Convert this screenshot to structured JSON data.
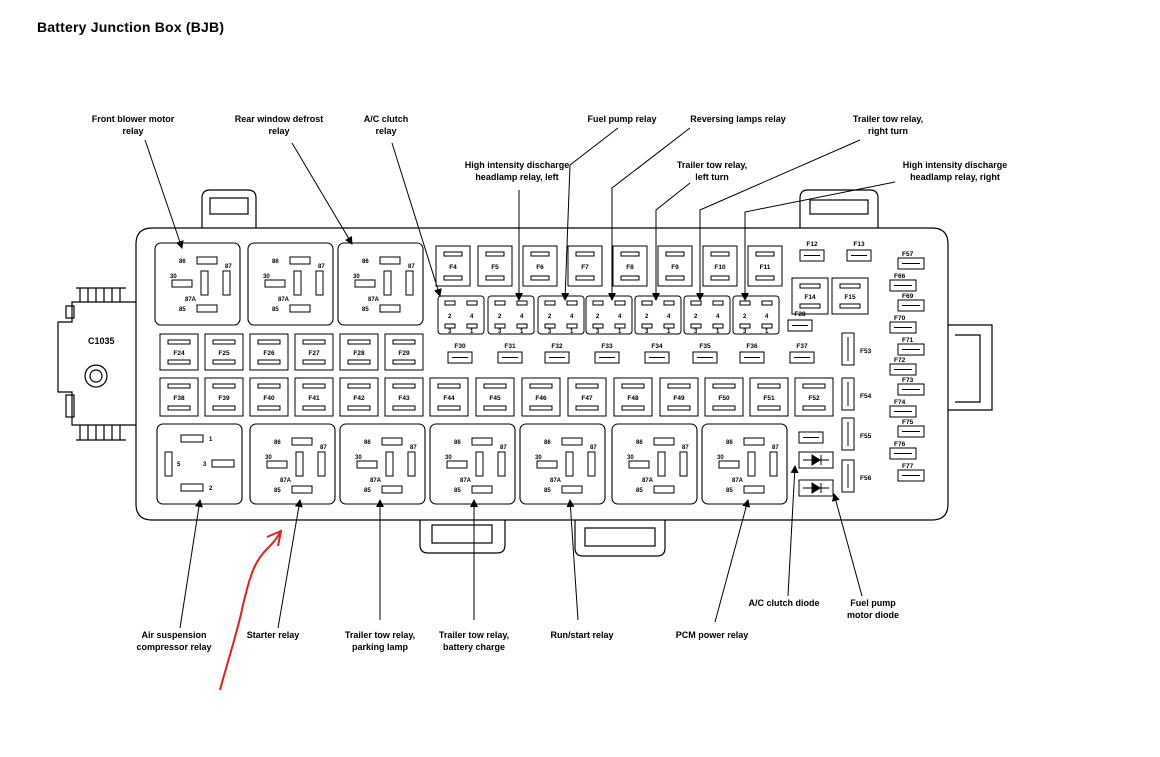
{
  "title": "Battery Junction Box (BJB)",
  "connector": {
    "label": "C1035"
  },
  "colors": {
    "line": "#000000",
    "annotation": "#e02020",
    "background": "#ffffff"
  },
  "top_callouts": [
    {
      "id": "front-blower",
      "lines": [
        "Front blower motor",
        "relay"
      ]
    },
    {
      "id": "rear-defrost",
      "lines": [
        "Rear window defrost",
        "relay"
      ]
    },
    {
      "id": "ac-clutch-relay",
      "lines": [
        "A/C clutch",
        "relay"
      ]
    },
    {
      "id": "fuel-pump-relay",
      "lines": [
        "Fuel pump relay"
      ]
    },
    {
      "id": "reversing-lamps",
      "lines": [
        "Reversing lamps relay"
      ]
    },
    {
      "id": "trailer-right",
      "lines": [
        "Trailer tow relay,",
        "right turn"
      ]
    },
    {
      "id": "hid-left",
      "lines": [
        "High intensity discharge",
        "headlamp relay, left"
      ]
    },
    {
      "id": "trailer-left",
      "lines": [
        "Trailer tow relay,",
        "left turn"
      ]
    },
    {
      "id": "hid-right",
      "lines": [
        "High intensity discharge",
        "headlamp relay, right"
      ]
    }
  ],
  "bottom_callouts": [
    {
      "id": "air-suspension",
      "lines": [
        "Air suspension",
        "compressor relay"
      ]
    },
    {
      "id": "starter",
      "lines": [
        "Starter relay"
      ]
    },
    {
      "id": "trailer-parking",
      "lines": [
        "Trailer tow relay,",
        "parking lamp"
      ]
    },
    {
      "id": "trailer-battery",
      "lines": [
        "Trailer tow relay,",
        "battery charge"
      ]
    },
    {
      "id": "run-start",
      "lines": [
        "Run/start relay"
      ]
    },
    {
      "id": "pcm-power",
      "lines": [
        "PCM power relay"
      ]
    },
    {
      "id": "ac-diode",
      "lines": [
        "A/C clutch diode"
      ]
    },
    {
      "id": "fuel-diode",
      "lines": [
        "Fuel pump",
        "motor diode"
      ]
    }
  ],
  "relay_pins": {
    "p1": "1",
    "p2": "2",
    "p3": "3",
    "p5": "5",
    "p85": "85",
    "p86": "86",
    "p87": "87",
    "p87a": "87A",
    "p30": "30"
  },
  "jcase_fuses_top": [
    "F4",
    "F5",
    "F6",
    "F7",
    "F8",
    "F9",
    "F10",
    "F11"
  ],
  "minifuse_top": [
    "F12",
    "F13"
  ],
  "fuse_f14": "F14",
  "fuse_f15": "F15",
  "fuse_f28": "F28",
  "jcase_row1": [
    "F24",
    "F25",
    "F26",
    "F27",
    "F28",
    "F29"
  ],
  "minifuse_row": [
    "F30",
    "F31",
    "F32",
    "F33",
    "F34",
    "F35",
    "F36",
    "F37"
  ],
  "jcase_row2": [
    "F38",
    "F39",
    "F40",
    "F41",
    "F42",
    "F43",
    "F44",
    "F45",
    "F46",
    "F47",
    "F48",
    "F49",
    "F50",
    "F51",
    "F52"
  ],
  "vertical_fuses": [
    "F53",
    "F54",
    "F55",
    "F56"
  ],
  "right_column": [
    "F57",
    "F66",
    "F69",
    "F70",
    "F71",
    "F72",
    "F73",
    "F74",
    "F75",
    "F76",
    "F77"
  ]
}
